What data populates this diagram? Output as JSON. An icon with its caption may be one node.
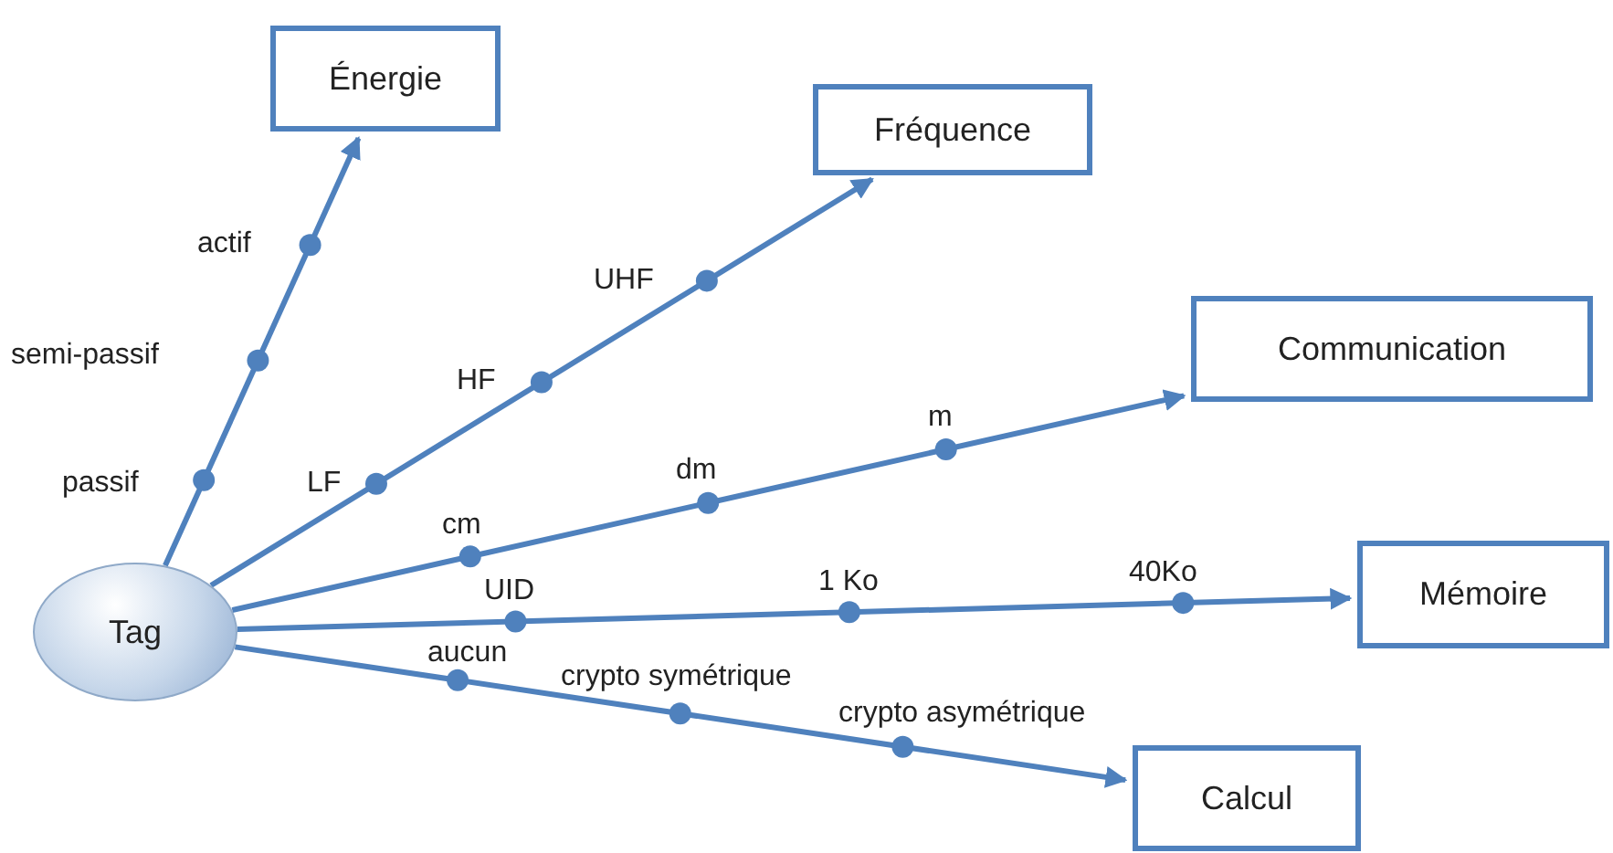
{
  "diagram": {
    "nodes": [
      {
        "text": [
          "Tag"
        ]
      },
      {
        "text": [
          "Énergie"
        ]
      },
      {
        "text": [
          "Fréquence"
        ]
      },
      {
        "text": [
          "Communication"
        ]
      },
      {
        "text": [
          "Mémoire"
        ]
      },
      {
        "text": [
          "Calcul"
        ]
      }
    ],
    "edges": [
      {
        "from": 0,
        "to": 1,
        "arrow": "to"
      },
      {
        "from": 0,
        "to": 2,
        "arrow": "to"
      },
      {
        "from": 0,
        "to": 3,
        "arrow": "to"
      },
      {
        "from": 0,
        "to": 4,
        "arrow": "to"
      },
      {
        "from": 0,
        "to": 5,
        "arrow": "to"
      }
    ],
    "labels": [
      "actif",
      "semi-passif",
      "passif",
      "UHF",
      "HF",
      "LF",
      "m",
      "dm",
      "cm",
      "UID",
      "1 Ko",
      "40Ko",
      "aucun",
      "crypto symétrique",
      "crypto asymétrique"
    ]
  }
}
